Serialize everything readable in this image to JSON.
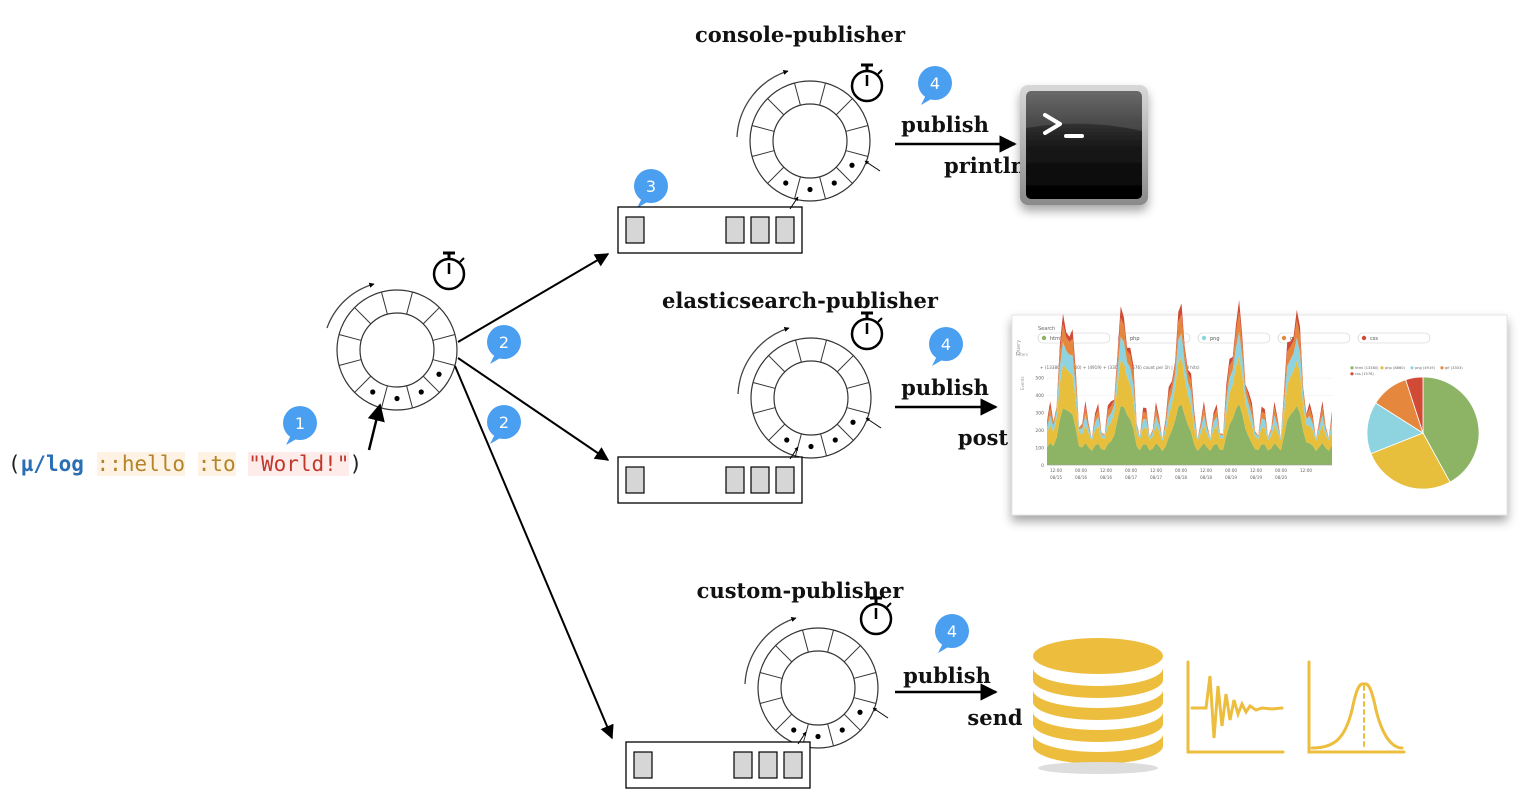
{
  "publishers": [
    {
      "name": "console-publisher",
      "action": "publish",
      "method": "println",
      "step": "4"
    },
    {
      "name": "elasticsearch-publisher",
      "action": "publish",
      "method": "post",
      "step": "4"
    },
    {
      "name": "custom-publisher",
      "action": "publish",
      "method": "send",
      "step": "4"
    }
  ],
  "steps": {
    "log": "1",
    "dispatch_a": "2",
    "dispatch_b": "2",
    "queue": "3"
  },
  "code": {
    "open": "(",
    "fn": "µ/log",
    "event": "::hello",
    "key": ":to",
    "value": "\"World!\"",
    "close": ")"
  },
  "dashboard": {
    "search_label": "Search",
    "query_label": "Query",
    "filter_label": "Filters",
    "events_label": "Events",
    "chips": [
      "html",
      "php",
      "png",
      "gif",
      "css"
    ],
    "legend_line": "+ (13380) + (8860) + (4919) + (3303) + (1576)  count per 1h | (32148 hits)",
    "legend_pie": [
      "html (13380)",
      "php (8860)",
      "png (4919)",
      "gif (3303)",
      "css (1576)"
    ],
    "y_ticks": [
      "500",
      "400",
      "300",
      "200",
      "100",
      "0"
    ],
    "x_times": [
      "12:00",
      "00:00",
      "12:00",
      "00:00",
      "12:00",
      "00:00",
      "12:00",
      "00:00",
      "12:00",
      "00:00",
      "12:00",
      "00:00"
    ],
    "x_dates": [
      "08/15",
      "08/16",
      "08/16",
      "08/17",
      "08/17",
      "08/18",
      "08/18",
      "08/19",
      "08/19",
      "08/20"
    ],
    "colors": {
      "html": "#8cb464",
      "php": "#e8bf3c",
      "png": "#8ed3e0",
      "gif": "#e5873c",
      "css": "#d04a35"
    }
  },
  "pie_slices": [
    {
      "label": "html",
      "pct": 42
    },
    {
      "label": "php",
      "pct": 27
    },
    {
      "label": "png",
      "pct": 15
    },
    {
      "label": "gif",
      "pct": 11
    },
    {
      "label": "css",
      "pct": 5
    }
  ],
  "colors": {
    "badge": "#4a9ff0",
    "gold": "#edbd3e",
    "code_fn": "#2a6fb3",
    "code_kw": "#b5842a",
    "code_str": "#c0392b"
  },
  "icons": {
    "timer": "stopwatch-icon",
    "terminal": "terminal-icon",
    "database": "database-icon",
    "signal": "signal-chart-icon",
    "bell": "bell-curve-icon"
  }
}
